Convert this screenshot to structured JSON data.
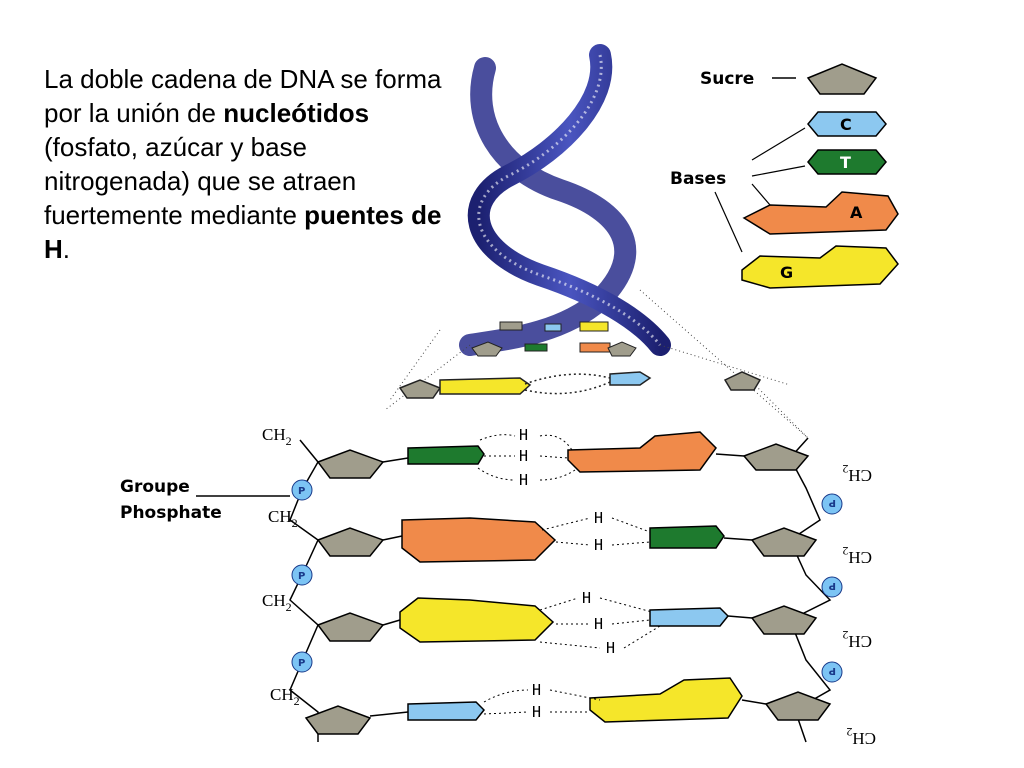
{
  "caption": {
    "part1": "La doble cadena de DNA se forma por la unión de ",
    "bold1": "nucleótidos",
    "part2": " (fosfato, azúcar y base nitrogenada) que se atraen fuertemente mediante ",
    "bold2": "puentes de H",
    "part3": "."
  },
  "legend": {
    "sugar_label": "Sucre",
    "bases_label": "Bases",
    "base_c": "C",
    "base_t": "T",
    "base_a": "A",
    "base_g": "G"
  },
  "diagram": {
    "phosphate_label_line1": "Groupe",
    "phosphate_label_line2": "Phosphate",
    "phosphate_symbol": "P",
    "ch2_main": "CH",
    "ch2_sub": "2",
    "hydrogen": "H"
  },
  "colors": {
    "sugar": "#a09d8c",
    "cytosine": "#8cc8f0",
    "thymine": "#1e7a2e",
    "adenine": "#f08a4a",
    "guanine": "#f5e62a",
    "helix": "#2a2f8c",
    "phosphate": "#7cc4f4"
  }
}
